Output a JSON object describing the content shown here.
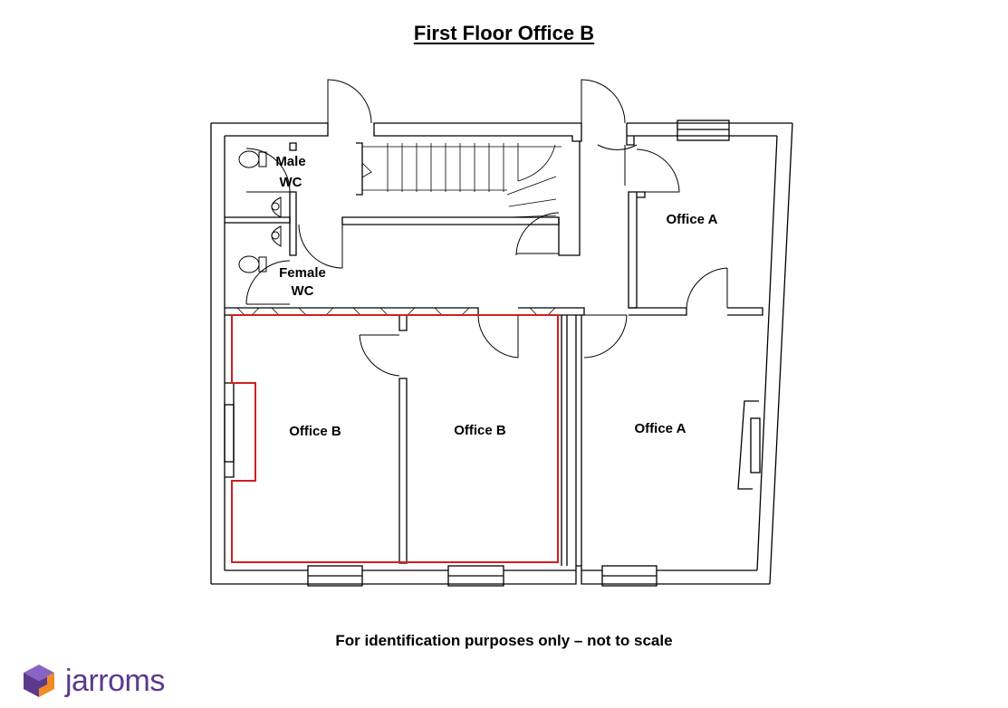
{
  "title": "First Floor Office B",
  "rooms": {
    "male_wc": [
      "Male",
      "WC"
    ],
    "female_wc": [
      "Female",
      "WC"
    ],
    "office_a_upper": "Office A",
    "office_a_lower": "Office A",
    "office_b_left": "Office B",
    "office_b_right": "Office B"
  },
  "disclaimer": "For identification purposes only – not to scale",
  "logo": {
    "text": "jarroms",
    "icon": "jarroms-cube-logo-icon"
  },
  "colors": {
    "highlight": "#d11f1f",
    "brand": "#5b3a8e",
    "brand_light": "#8a63c6",
    "brand_orange": "#f08a24"
  }
}
